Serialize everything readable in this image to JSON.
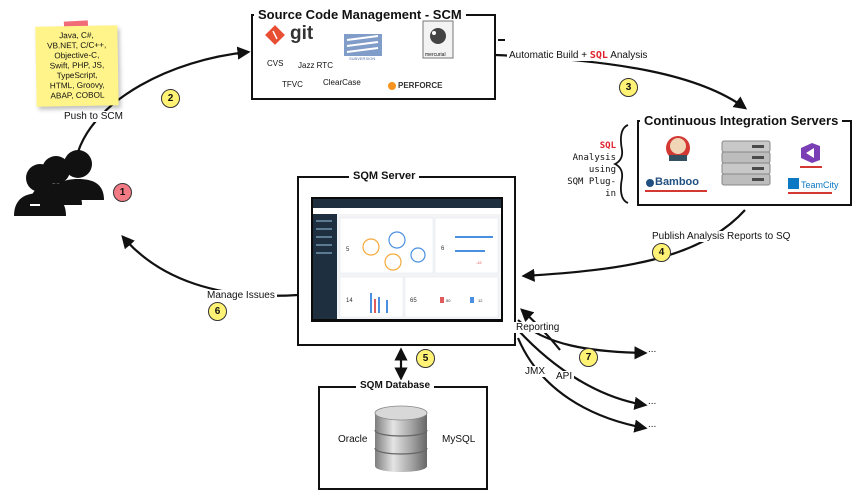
{
  "sticky": {
    "lines": [
      "Java, C#,",
      "VB.NET, C/C++,",
      "Objective-C,",
      "Swift, PHP, JS,",
      "TypeScript,",
      "HTML, Groovy,",
      "ABAP, COBOL"
    ]
  },
  "labels": {
    "push_to_scm": "Push to SCM",
    "automatic_build_prefix": "Automatic Build +",
    "sql": "SQL",
    "analysis": "Analysis",
    "publish": "Publish Analysis Reports to SQ",
    "manage_issues": "Manage Issues",
    "reporting": "Reporting",
    "jmx": "JMX",
    "api": "API",
    "ellipsis": "..."
  },
  "scm": {
    "title": "Source Code Management - SCM",
    "git": "git",
    "cvs": "CVS",
    "jazz": "Jazz RTC",
    "tfvc": "TFVC",
    "clearcase": "ClearCase",
    "perforce": "PERFORCE",
    "mercurial": "mercurial",
    "subversion": "SUBVERSION"
  },
  "ci": {
    "title": "Continuous Integration Servers",
    "analysis_suffix": "Analysis",
    "using": "using",
    "plugin": "SQM Plug-in",
    "bamboo": "Bamboo",
    "teamcity": "TeamCity"
  },
  "server": {
    "title": "SQM Server"
  },
  "database": {
    "title": "SQM Database",
    "oracle": "Oracle",
    "mysql": "MySQL"
  },
  "badges": [
    "1",
    "2",
    "3",
    "4",
    "5",
    "6",
    "7"
  ],
  "colors": {
    "red": "#e0202a",
    "badge_yellow": "#fff275",
    "badge_red": "#f17a84",
    "dashboard_sidebar": "#1e3040"
  }
}
